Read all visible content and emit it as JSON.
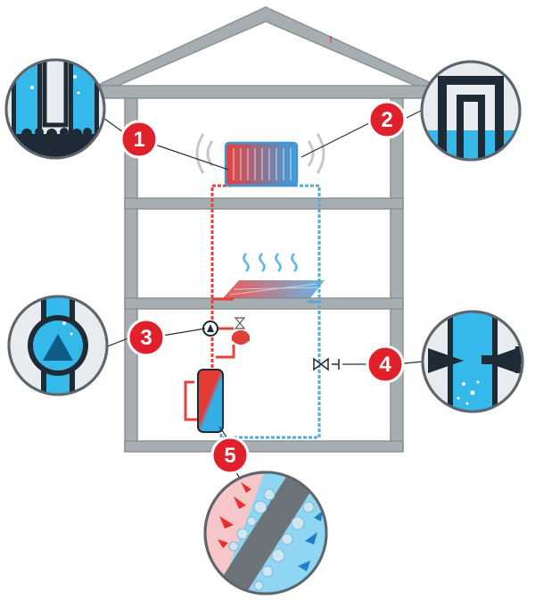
{
  "colors": {
    "house_frame": "#9aa3a8",
    "badge_red": "#e0202a",
    "hot_pipe": "#e8403a",
    "cold_pipe": "#5aa8d8",
    "water_blue": "#2bb8ea",
    "dark": "#1e2a36",
    "detail_bg": "#e7eaec"
  },
  "callouts": [
    {
      "number": "1",
      "topic": "radiator-air-pocket"
    },
    {
      "number": "2",
      "topic": "pipe-high-point-air"
    },
    {
      "number": "3",
      "topic": "circulation-pump"
    },
    {
      "number": "4",
      "topic": "valve-restriction"
    },
    {
      "number": "5",
      "topic": "heat-exchanger-bubbles"
    }
  ]
}
